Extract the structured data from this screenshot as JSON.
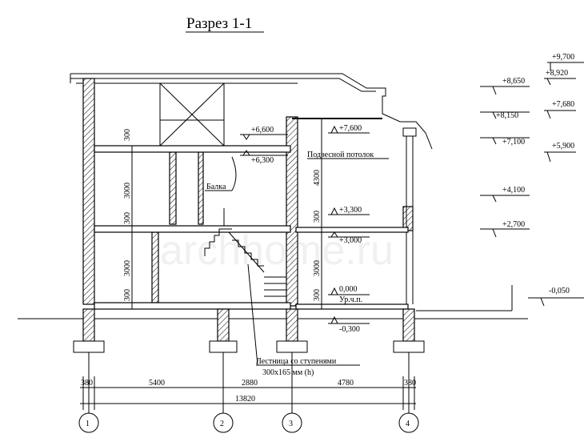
{
  "title": "Разрез 1-1",
  "labels": {
    "ceiling": "Подвесной потолок",
    "beam": "Балка",
    "stair1": "Лестница со ступенями",
    "stair2": "300х165 мм (h)",
    "ground": "Ур.ч.п."
  },
  "elevations_section": [
    "+6,600",
    "+6,300",
    "+7,600",
    "+3,300",
    "+3,000",
    "0,000",
    "-0,300"
  ],
  "elevations_right": [
    "+9,700",
    "+8,920",
    "+8,650",
    "+8,150",
    "+7,680",
    "+7,100",
    "+5,900",
    "+4,100",
    "+2,700",
    "-0,050"
  ],
  "heights": [
    "300",
    "3000",
    "300",
    "3000",
    "300",
    "4300",
    "300",
    "3000",
    "300"
  ],
  "dimensions": {
    "spans": [
      "380",
      "5400",
      "2880",
      "4780",
      "380"
    ],
    "total": "13820"
  },
  "axes": [
    "1",
    "2",
    "3",
    "4"
  ],
  "watermark": "archhome.ru"
}
